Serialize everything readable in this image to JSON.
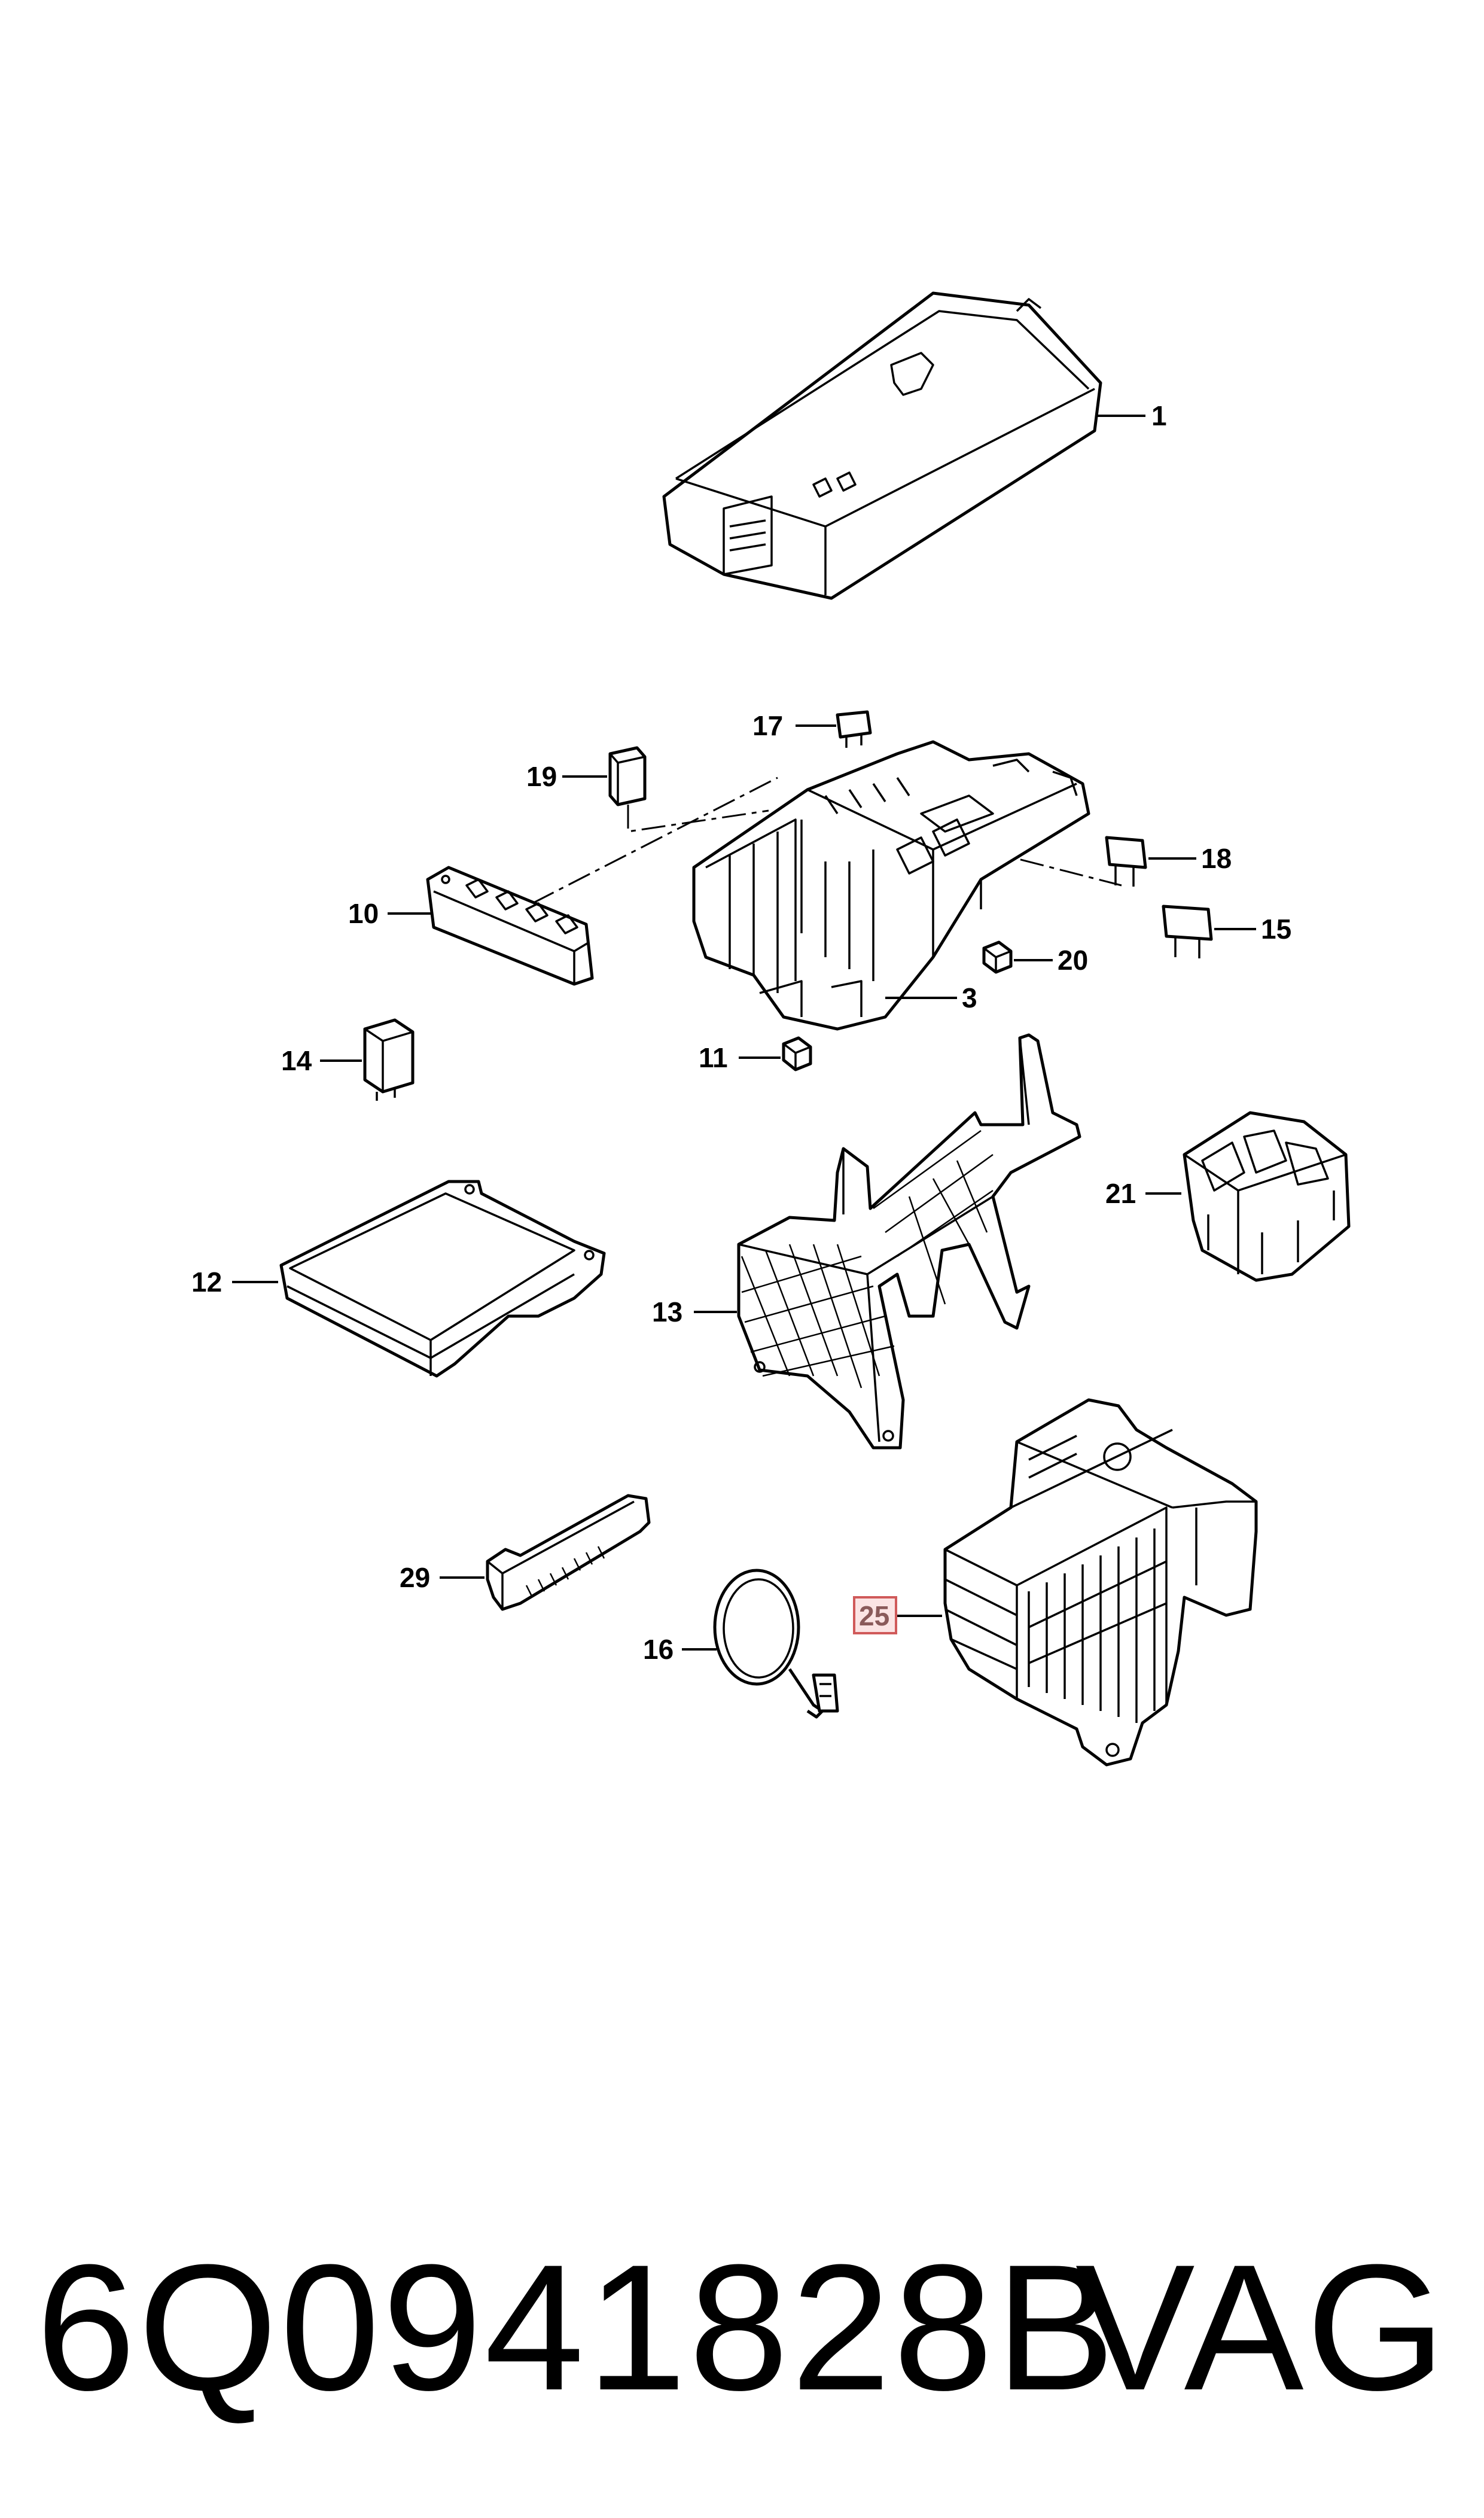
{
  "callouts": {
    "c1": "1",
    "c3": "3",
    "c10": "10",
    "c11": "11",
    "c12": "12",
    "c13": "13",
    "c14": "14",
    "c15": "15",
    "c16": "16",
    "c17": "17",
    "c18": "18",
    "c19": "19",
    "c20": "20",
    "c21": "21",
    "c25": "25",
    "c29": "29"
  },
  "highlighted_callout": "25",
  "footer": {
    "part_number": "6Q0941828B",
    "brand": "VAG"
  },
  "colors": {
    "line": "#000000",
    "background": "#ffffff",
    "highlight_fill": "#fbe4e4",
    "highlight_stroke": "#d05a5a"
  }
}
